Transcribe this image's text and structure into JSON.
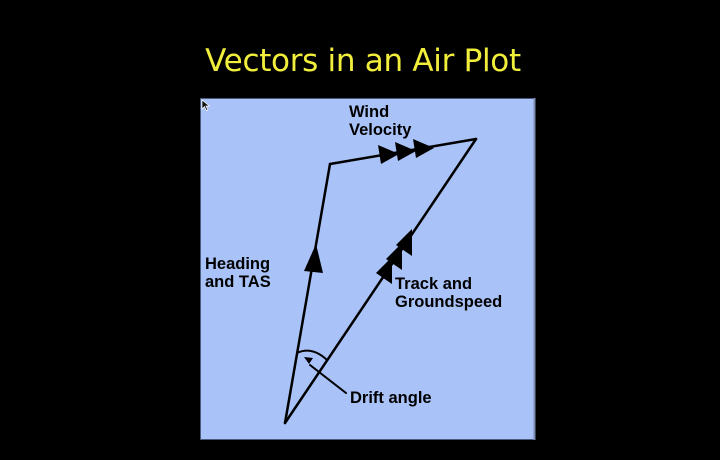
{
  "slide": {
    "title": "Vectors in an Air Plot"
  },
  "diagram": {
    "labels": {
      "wind_line1": "Wind",
      "wind_line2": "Velocity",
      "heading_line1": "Heading",
      "heading_line2": "and TAS",
      "track_line1": "Track and",
      "track_line2": "Groundspeed",
      "drift": "Drift angle"
    }
  },
  "colors": {
    "background": "#000000",
    "title": "#f2ee3c",
    "panel": "#a9c2f7",
    "panel_border": "#4a5a7a",
    "ink": "#000000"
  }
}
